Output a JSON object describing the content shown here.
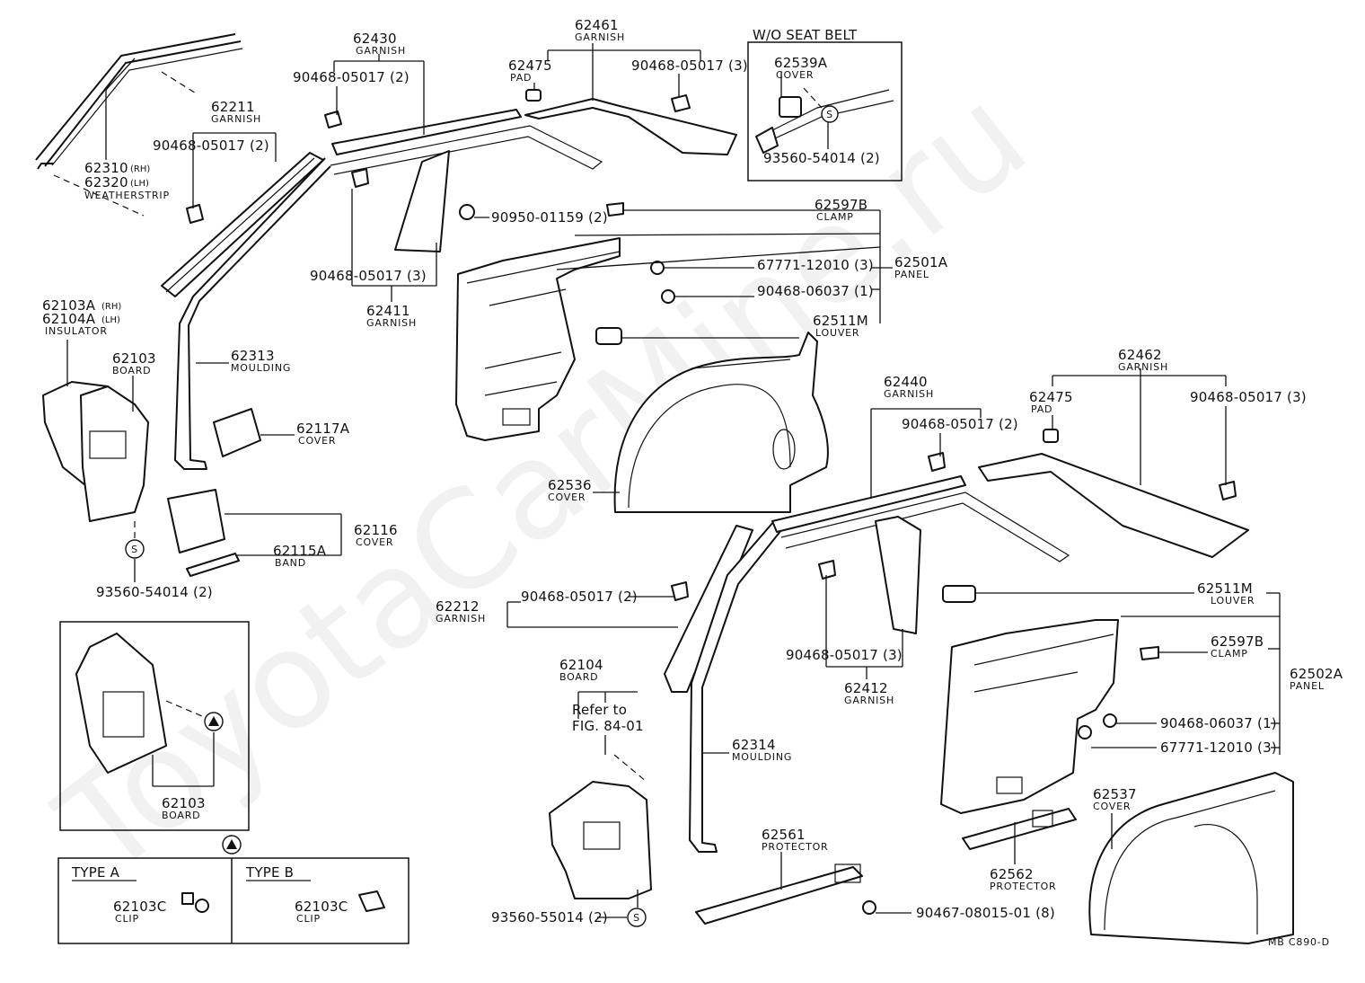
{
  "watermark": "ToyotaCarMine.ru",
  "footer": {
    "code": "MB  C890-D"
  },
  "symbols": {
    "s_mark": "S",
    "triangle_mark": "▲"
  },
  "inset_seatbelt": {
    "title": "W/O SEAT BELT",
    "part": "62539A",
    "part_name": "COVER",
    "screw": "93560-54014 (2)"
  },
  "inset_board": {
    "part": "62103",
    "part_name": "BOARD"
  },
  "types": {
    "a": {
      "label": "TYPE  A",
      "part": "62103C",
      "part_name": "CLIP"
    },
    "b": {
      "label": "TYPE  B",
      "part": "62103C",
      "part_name": "CLIP"
    }
  },
  "refer": {
    "line1": "Refer to",
    "line2": "FIG. 84-01"
  },
  "labels": {
    "p62461": "62461",
    "p62461_n": "GARNISH",
    "p62430": "62430",
    "p62430_n": "GARNISH",
    "p62475a": "62475",
    "p62475a_n": "PAD",
    "c90468_a": "90468-05017 (2)",
    "c90468_b": "90468-05017 (3)",
    "p62211": "62211",
    "p62211_n": "GARNISH",
    "c90468_c": "90468-05017 (2)",
    "p62310": "62310",
    "p62310_s": "(RH)",
    "p62320": "62320",
    "p62320_s": "(LH)",
    "p62310_n": "WEATHERSTRIP",
    "c90950": "90950-01159 (2)",
    "p62597B_a": "62597B",
    "p62597B_a_n": "CLAMP",
    "c67771_a": "67771-12010 (3)",
    "p62501A": "62501A",
    "p62501A_n": "PANEL",
    "c90468_06037_a": "90468-06037 (1)",
    "p62511M_a": "62511M",
    "p62511M_a_n": "LOUVER",
    "c90468_d": "90468-05017 (3)",
    "p62411": "62411",
    "p62411_n": "GARNISH",
    "p62103A": "62103A",
    "p62103A_s": "(RH)",
    "p62104A": "62104A",
    "p62104A_s": "(LH)",
    "p62103A_n": "INSULATOR",
    "p62103": "62103",
    "p62103_n": "BOARD",
    "p62313": "62313",
    "p62313_n": "MOULDING",
    "p62117A": "62117A",
    "p62117A_n": "COVER",
    "p62116": "62116",
    "p62116_n": "COVER",
    "p62115A": "62115A",
    "p62115A_n": "BAND",
    "c93560_a": "93560-54014 (2)",
    "p62440": "62440",
    "p62440_n": "GARNISH",
    "c90468_e": "90468-05017 (2)",
    "p62462": "62462",
    "p62462_n": "GARNISH",
    "p62475b": "62475",
    "p62475b_n": "PAD",
    "c90468_f": "90468-05017 (3)",
    "p62536": "62536",
    "p62536_n": "COVER",
    "p62212": "62212",
    "p62212_n": "GARNISH",
    "c90468_g": "90468-05017 (2)",
    "p62511M_b": "62511M",
    "p62511M_b_n": "LOUVER",
    "p62597B_b": "62597B",
    "p62597B_b_n": "CLAMP",
    "p62502A": "62502A",
    "p62502A_n": "PANEL",
    "c90468_06037_b": "90468-06037 (1)",
    "c67771_b": "67771-12010 (3)",
    "c90468_h": "90468-05017 (3)",
    "p62412": "62412",
    "p62412_n": "GARNISH",
    "p62104": "62104",
    "p62104_n": "BOARD",
    "p62314": "62314",
    "p62314_n": "MOULDING",
    "p62537": "62537",
    "p62537_n": "COVER",
    "p62561": "62561",
    "p62561_n": "PROTECTOR",
    "p62562": "62562",
    "p62562_n": "PROTECTOR",
    "c90467": "90467-08015-01 (8)",
    "c93560_b": "93560-55014 (2)"
  }
}
